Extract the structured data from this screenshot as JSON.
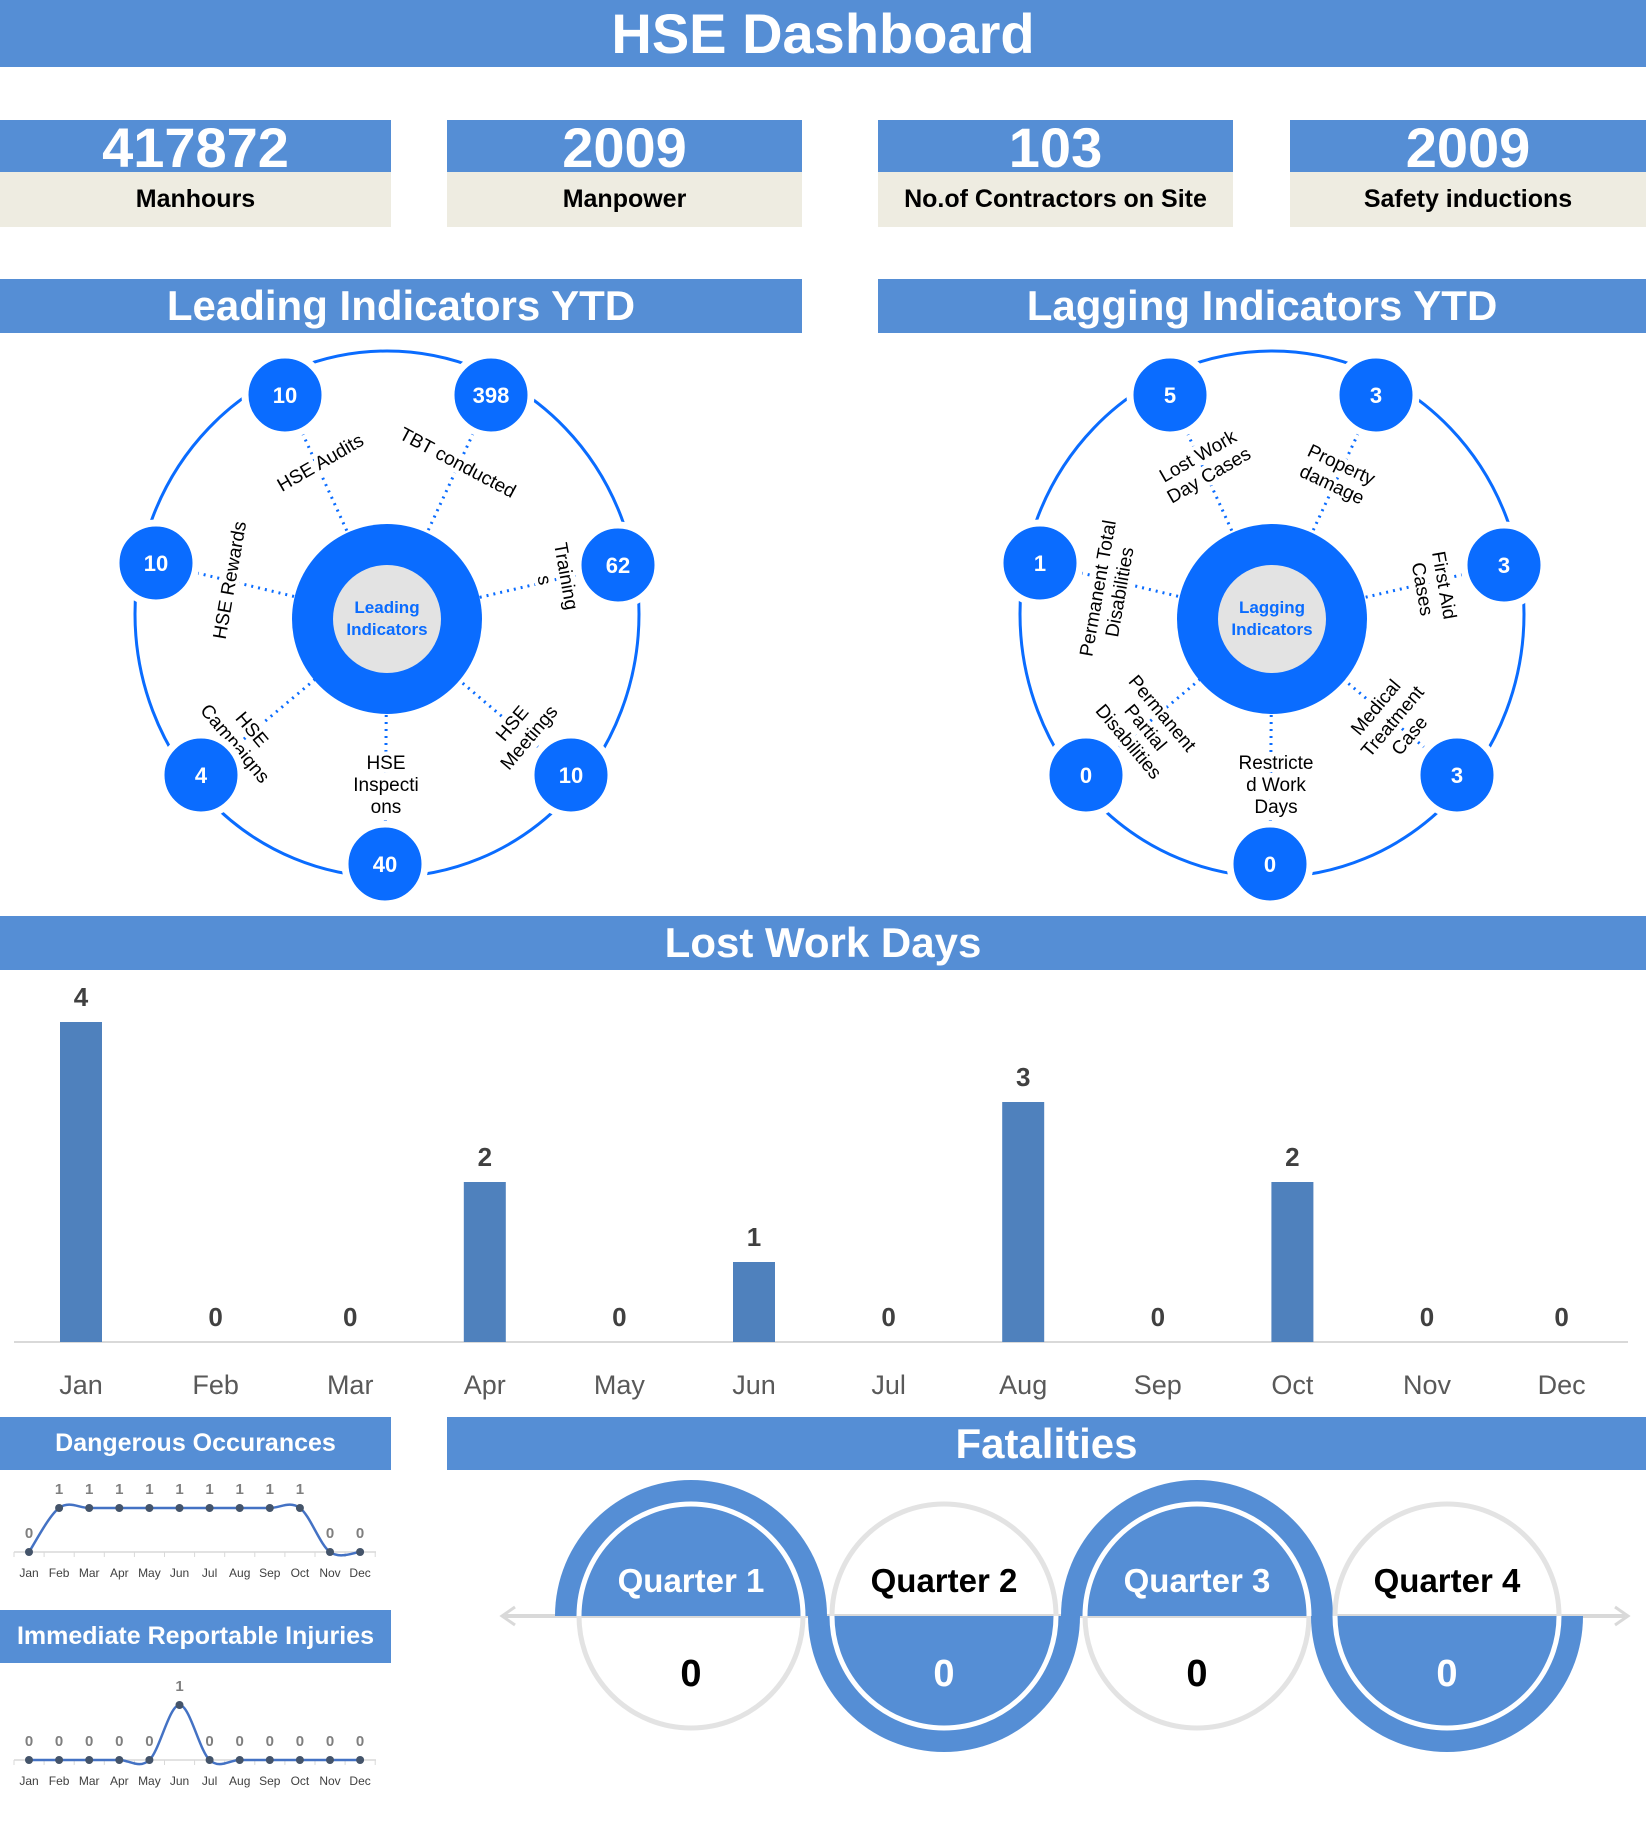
{
  "header": {
    "title": "HSE Dashboard"
  },
  "kpis": [
    {
      "value": "417872",
      "label": "Manhours"
    },
    {
      "value": "2009",
      "label": "Manpower"
    },
    {
      "value": "103",
      "label": "No.of Contractors on Site"
    },
    {
      "value": "2009",
      "label": "Safety inductions"
    }
  ],
  "colors": {
    "header_blue": "#558ed5",
    "diagram_blue": "#0a6cff",
    "bar_blue": "#4f81bd",
    "card_beige": "#eeece1"
  },
  "leading": {
    "title": "Leading Indicators YTD",
    "center_label": [
      "Leading",
      "Indicators"
    ],
    "items": [
      {
        "label": [
          "HSE Audits"
        ],
        "value": "10"
      },
      {
        "label": [
          "TBT conducted"
        ],
        "value": "398"
      },
      {
        "label": [
          "Training",
          "s"
        ],
        "value": "62"
      },
      {
        "label": [
          "HSE",
          "Meetings"
        ],
        "value": "10"
      },
      {
        "label": [
          "HSE",
          "Inspecti",
          "ons"
        ],
        "value": "40"
      },
      {
        "label": [
          "HSE",
          "Campaigns"
        ],
        "value": "4"
      },
      {
        "label": [
          "HSE Rewards"
        ],
        "value": "10"
      }
    ]
  },
  "lagging": {
    "title": "Lagging Indicators YTD",
    "center_label": [
      "Lagging",
      "Indicators"
    ],
    "items": [
      {
        "label": [
          "Lost Work",
          "Day Cases"
        ],
        "value": "5"
      },
      {
        "label": [
          "Property",
          "damage"
        ],
        "value": "3"
      },
      {
        "label": [
          "First Aid",
          "Cases"
        ],
        "value": "3"
      },
      {
        "label": [
          "Medical",
          "Treatment",
          "Case"
        ],
        "value": "3"
      },
      {
        "label": [
          "Restricte",
          "d Work",
          "Days"
        ],
        "value": "0"
      },
      {
        "label": [
          "Permanent",
          "Partial",
          "Disabilities"
        ],
        "value": "0"
      },
      {
        "label": [
          "Permanent Total",
          "Disabilities"
        ],
        "value": "1"
      }
    ]
  },
  "fatalities": {
    "title": "Fatalities",
    "quarters": [
      {
        "label": "Quarter 1",
        "value": "0"
      },
      {
        "label": "Quarter 2",
        "value": "0"
      },
      {
        "label": "Quarter 3",
        "value": "0"
      },
      {
        "label": "Quarter 4",
        "value": "0"
      }
    ]
  },
  "chart_data": [
    {
      "type": "bar",
      "title": "Lost Work Days",
      "categories": [
        "Jan",
        "Feb",
        "Mar",
        "Apr",
        "May",
        "Jun",
        "Jul",
        "Aug",
        "Sep",
        "Oct",
        "Nov",
        "Dec"
      ],
      "values": [
        4,
        0,
        0,
        2,
        0,
        1,
        0,
        3,
        0,
        2,
        0,
        0
      ],
      "data_labels": true,
      "grid": false,
      "ylim": [
        0,
        4
      ]
    },
    {
      "type": "line",
      "title": "Dangerous Occurances",
      "categories": [
        "Jan",
        "Feb",
        "Mar",
        "Apr",
        "May",
        "Jun",
        "Jul",
        "Aug",
        "Sep",
        "Oct",
        "Nov",
        "Dec"
      ],
      "values": [
        0,
        1,
        1,
        1,
        1,
        1,
        1,
        1,
        1,
        1,
        0,
        0
      ],
      "smooth": true,
      "markers": true,
      "data_labels": true
    },
    {
      "type": "line",
      "title": "Immediate Reportable Injuries",
      "categories": [
        "Jan",
        "Feb",
        "Mar",
        "Apr",
        "May",
        "Jun",
        "Jul",
        "Aug",
        "Sep",
        "Oct",
        "Nov",
        "Dec"
      ],
      "values": [
        0,
        0,
        0,
        0,
        0,
        1,
        0,
        0,
        0,
        0,
        0,
        0
      ],
      "smooth": true,
      "markers": true,
      "data_labels": true
    }
  ]
}
